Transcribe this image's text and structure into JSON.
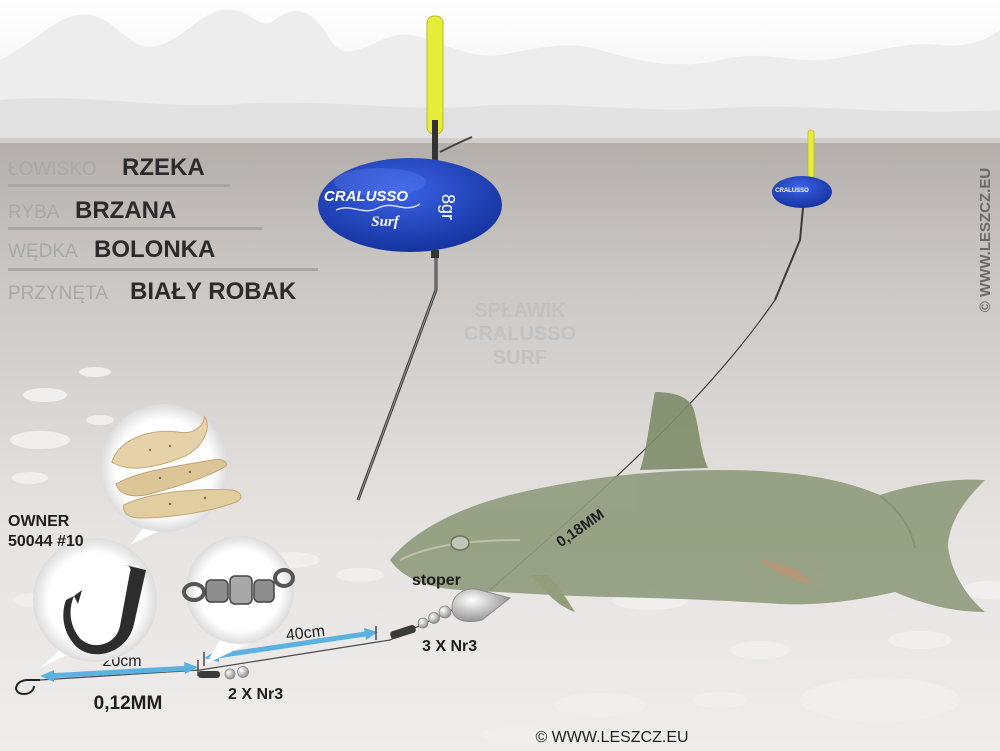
{
  "info_table": [
    {
      "key": "ŁOWISKO",
      "value": "RZEKA"
    },
    {
      "key": "RYBA",
      "value": "BRZANA"
    },
    {
      "key": "WĘDKA",
      "value": "BOLONKA"
    },
    {
      "key": "PRZYNĘTA",
      "value": "BIAŁY ROBAK"
    }
  ],
  "float": {
    "brand": "CRALUSSO",
    "model": "Surf",
    "weight": "8gr",
    "label_lines": [
      "SPŁAWIK",
      "CRALUSSO",
      "SURF"
    ]
  },
  "hook": {
    "label_lines": [
      "OWNER",
      "50044 #10"
    ]
  },
  "rig": {
    "main_line": "0,18MM",
    "stopper": "stoper",
    "shot_main": "3 X Nr3",
    "shot_lower": "2 X Nr3",
    "length_lower": "40cm",
    "length_hook": "20cm",
    "leader": "0,12MM"
  },
  "copyright_bottom": "© WWW.LESZCZ.EU",
  "copyright_side": "© WWW.LESZCZ.EU",
  "colors": {
    "float_body": "#1f43c2",
    "float_tip": "#e6ee3a",
    "measure": "#5bb2e0",
    "fish": "#8f9b7c"
  }
}
